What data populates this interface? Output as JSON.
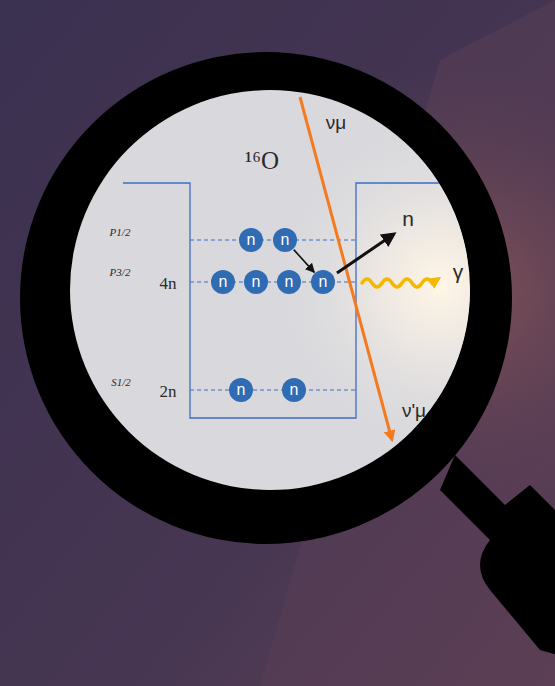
{
  "diagram": {
    "nodes": [
      {
        "text": [
          "n"
        ]
      },
      {
        "text": [
          "n"
        ]
      },
      {
        "text": [
          "n"
        ]
      },
      {
        "text": [
          "n"
        ]
      },
      {
        "text": [
          "n"
        ]
      },
      {
        "text": [
          "n"
        ]
      },
      {
        "text": [
          "n"
        ]
      },
      {
        "text": [
          "n"
        ]
      }
    ],
    "edges": [
      {
        "from": 1,
        "to": 5,
        "arrow": "to"
      }
    ],
    "labels": [
      "¹⁶O",
      "νμ",
      "P1/2",
      "P3/2",
      "4n",
      "n",
      "γ",
      "S1/2",
      "2n",
      "ν'μ"
    ]
  }
}
